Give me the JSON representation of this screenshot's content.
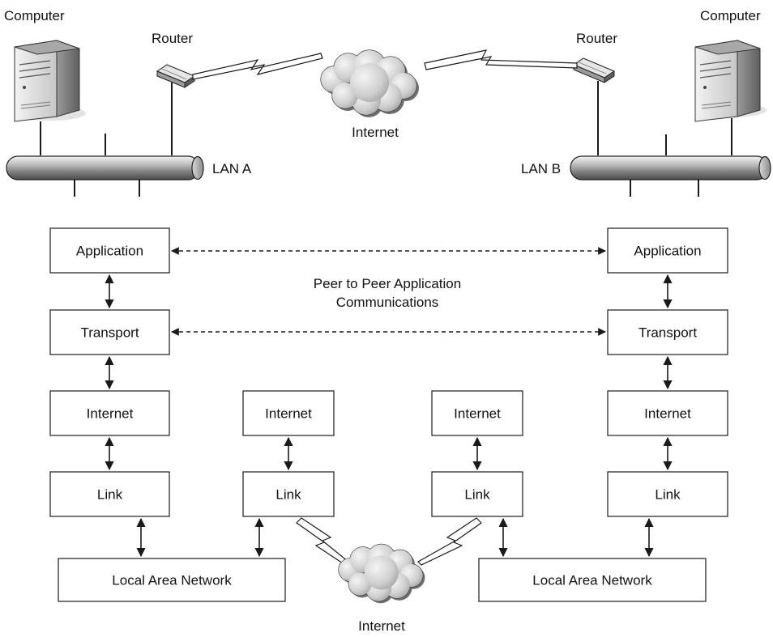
{
  "top": {
    "computer_left": "Computer",
    "computer_right": "Computer",
    "router_left": "Router",
    "router_right": "Router",
    "cloud_label": "Internet",
    "lan_a": "LAN A",
    "lan_b": "LAN B"
  },
  "stack_left": {
    "application": "Application",
    "transport": "Transport",
    "internet": "Internet",
    "link": "Link"
  },
  "stack_right": {
    "application": "Application",
    "transport": "Transport",
    "internet": "Internet",
    "link": "Link"
  },
  "router_stack_left": {
    "internet": "Internet",
    "link": "Link"
  },
  "router_stack_right": {
    "internet": "Internet",
    "link": "Link"
  },
  "peer_label": {
    "line1": "Peer to Peer Application",
    "line2": "Communications"
  },
  "lan_left": "Local Area Network",
  "lan_right": "Local Area Network",
  "bottom_cloud_label": "Internet"
}
